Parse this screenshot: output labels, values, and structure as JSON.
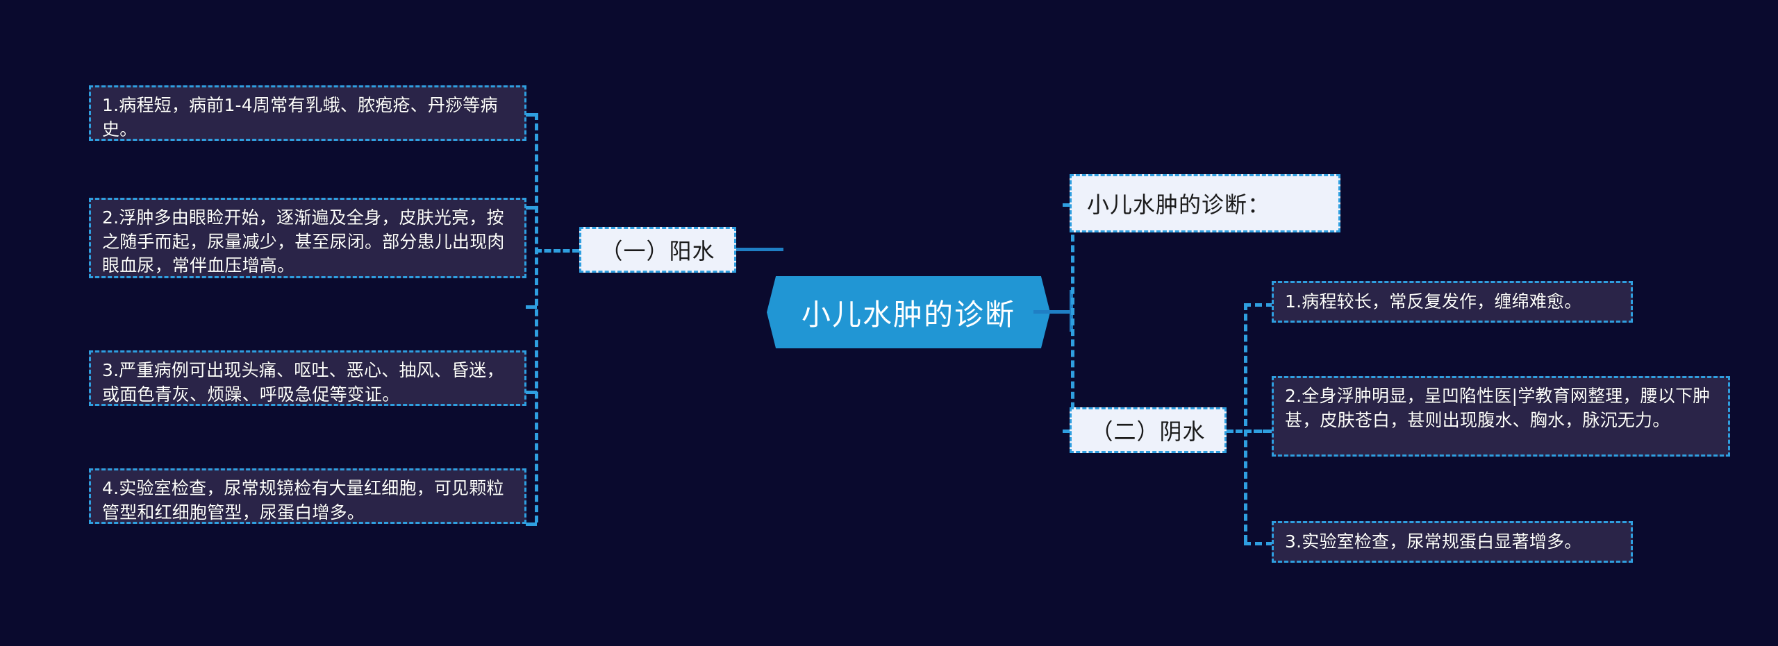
{
  "diagram": {
    "title": "小儿水肿的诊断",
    "root_label": "小儿水肿的诊断",
    "heading_label": "小儿水肿的诊断：",
    "accent_color": "#2196d4",
    "line_color": "#2f9fe0",
    "background_color": "#0a0a2e",
    "card_fill": "#2a2448",
    "box_fill": "#eef2fb",
    "branches": [
      {
        "label": "（一）阳水",
        "side": "left",
        "items": [
          "1.病程短，病前1-4周常有乳蛾、脓疱疮、丹痧等病史。",
          "2.浮肿多由眼睑开始，逐渐遍及全身，皮肤光亮，按之随手而起，尿量减少，甚至尿闭。部分患儿出现肉眼血尿，常伴血压增高。",
          "3.严重病例可出现头痛、呕吐、恶心、抽风、昏迷，或面色青灰、烦躁、呼吸急促等变证。",
          "4.实验室检查，尿常规镜检有大量红细胞，可见颗粒管型和红细胞管型，尿蛋白增多。"
        ]
      },
      {
        "label": "（二）阴水",
        "side": "right",
        "items": [
          "1.病程较长，常反复发作，缠绵难愈。",
          "2.全身浮肿明显，呈凹陷性医|学教育网整理，腰以下肿甚，皮肤苍白，甚则出现腹水、胸水，脉沉无力。",
          "3.实验室检查，尿常规蛋白显著增多。"
        ]
      }
    ]
  }
}
